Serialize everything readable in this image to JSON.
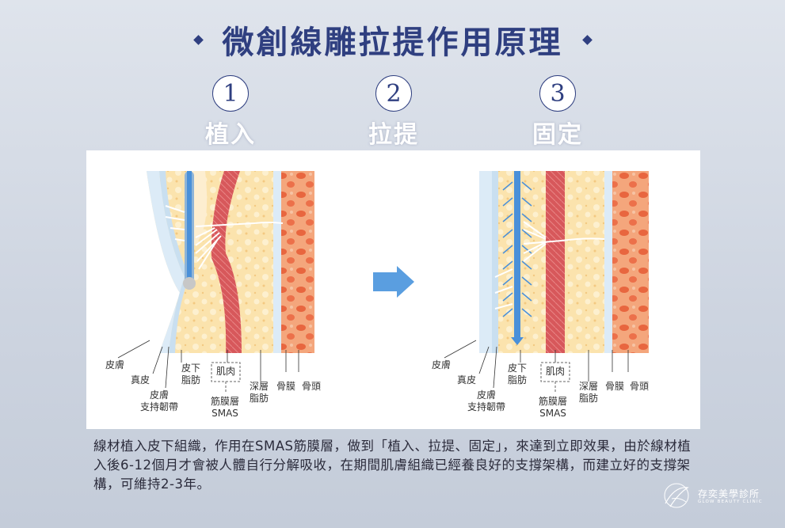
{
  "title": "微創線雕拉提作用原理",
  "steps": [
    {
      "number": "1",
      "label": "植入"
    },
    {
      "number": "2",
      "label": "拉提"
    },
    {
      "number": "3",
      "label": "固定"
    }
  ],
  "left_labels": {
    "skin": "皮膚",
    "dermis": "真皮",
    "fat_1": "皮下",
    "fat_2": "脂肪",
    "ligament_1": "皮膚",
    "ligament_2": "支持韌帶",
    "muscle": "肌肉",
    "fascia_1": "筋膜層",
    "fascia_2": "SMAS",
    "deep_fat_1": "深層",
    "deep_fat_2": "脂肪",
    "periosteum": "骨膜",
    "bone": "骨頭"
  },
  "right_labels": {
    "skin": "皮膚",
    "dermis": "真皮",
    "fat_1": "皮下",
    "fat_2": "脂肪",
    "ligament_1": "皮膚",
    "ligament_2": "支持韌帶",
    "muscle": "肌肉",
    "fascia_1": "筋膜層",
    "fascia_2": "SMAS",
    "deep_fat_1": "深層",
    "deep_fat_2": "脂肪",
    "periosteum": "骨膜",
    "bone": "骨頭"
  },
  "description": "線材植入皮下組織，作用在SMAS筋膜層，做到「植入、拉提、固定」，來達到立即效果，由於線材植入後6-12個月才會被人體自行分解吸收，在期間肌膚組織已經養良好的支撐架構，而建立好的支撐架構，可維持2-3年。",
  "logo": {
    "name": "存奕美學診所",
    "sub": "GLOW BEAUTY CLINIC"
  },
  "icons": [
    "title-diamond-icon",
    "arrow-right-icon",
    "logo-mark-icon"
  ],
  "colors": {
    "title": "#2f3f80",
    "thread": "#4a90d9",
    "muscle": "#d96060",
    "fat": "#fbe2a8",
    "bone": "#f07850",
    "dermis": "#dcebf7"
  }
}
